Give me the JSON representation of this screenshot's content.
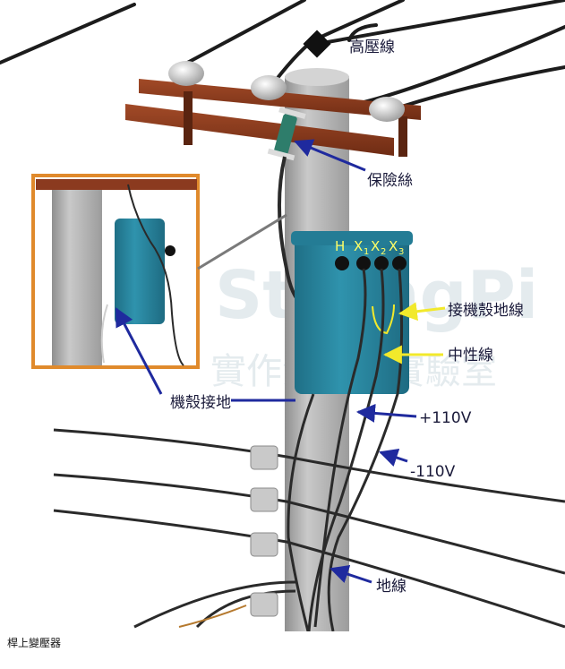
{
  "labels": {
    "high_voltage": "高壓線",
    "fuse": "保險絲",
    "case_ground_wire": "接機殼地線",
    "neutral": "中性線",
    "case_ground": "機殼接地",
    "plus_110": "+110V",
    "minus_110": "-110V",
    "ground_wire": "地線"
  },
  "terminals": {
    "h": "H",
    "x1": "X",
    "x1_sub": "1",
    "x2": "X",
    "x2_sub": "2",
    "x3": "X",
    "x3_sub": "3"
  },
  "watermark": {
    "brand": "StrongPi",
    "lab": "實作派電子實驗室"
  },
  "caption": "桿上變壓器",
  "colors": {
    "pole": "#b9b9b9",
    "crossarm": "#8b3a1f",
    "transformer": "#2b8aa4",
    "label_arrow": "#1f2a9e",
    "yellow_arrow": "#f2e92b",
    "inset_frame": "#e08a2c",
    "wire": "#2a2a2a"
  }
}
